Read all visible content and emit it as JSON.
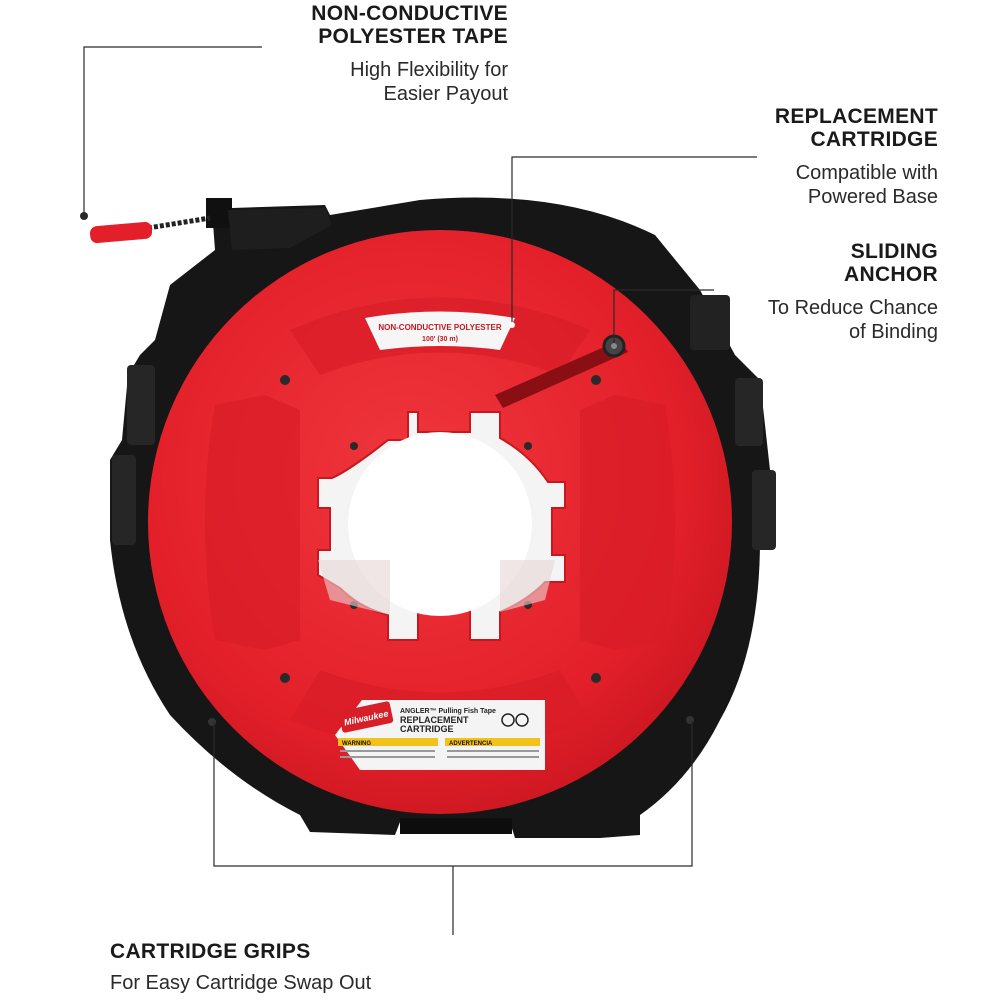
{
  "callouts": {
    "tape": {
      "title": "NON-CONDUCTIVE\nPOLYESTER TAPE",
      "desc": "High Flexibility for\nEasier Payout"
    },
    "cartridge": {
      "title": "REPLACEMENT\nCARTRIDGE",
      "desc": "Compatible with\nPowered Base"
    },
    "anchor": {
      "title": "SLIDING\nANCHOR",
      "desc": "To Reduce Chance\nof Binding"
    },
    "grips": {
      "title": "CARTRIDGE GRIPS",
      "desc": "For Easy Cartridge Swap Out"
    }
  },
  "product": {
    "top_label_line1": "NON-CONDUCTIVE POLYESTER",
    "top_label_line2": "100' (30 m)",
    "brand": "Milwaukee",
    "label_line1": "ANGLER™ Pulling Fish Tape",
    "label_line2": "REPLACEMENT",
    "label_line3": "CARTRIDGE",
    "warning": "WARNING",
    "advertencia": "ADVERTENCIA"
  },
  "colors": {
    "red": "#e3202a",
    "dark_red": "#b5141c",
    "black": "#161616",
    "line": "#2a2a2a"
  }
}
